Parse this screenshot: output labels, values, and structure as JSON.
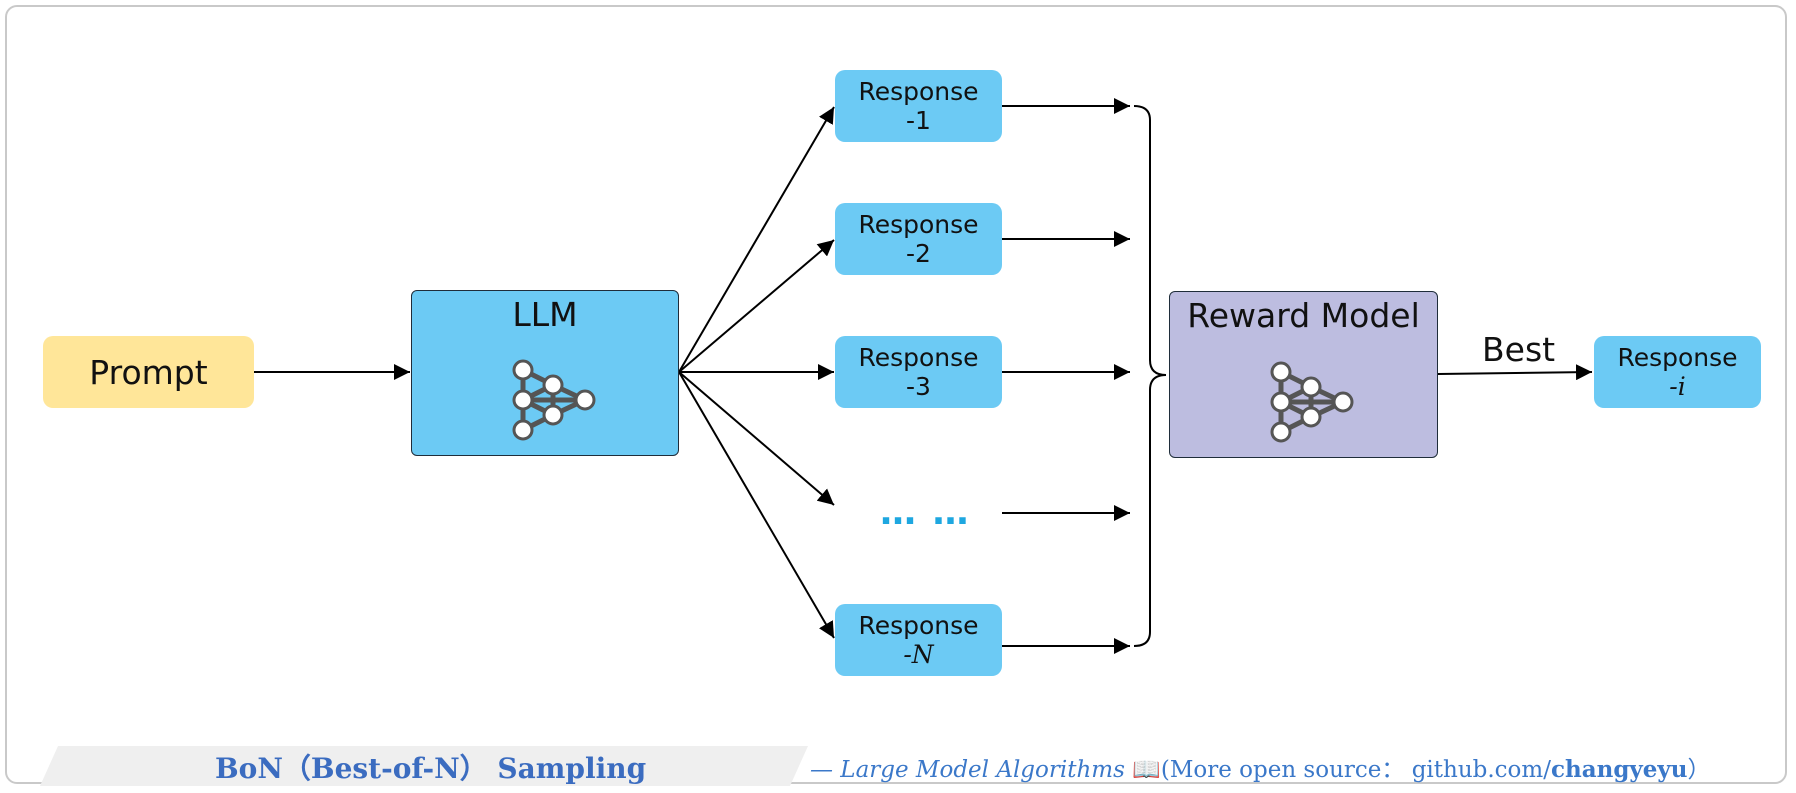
{
  "nodes": {
    "prompt": "Prompt",
    "llm": "LLM",
    "reward_model": "Reward Model",
    "best_label": "Best",
    "ellipsis": "… …",
    "responses": [
      {
        "title": "Response",
        "index": "-1"
      },
      {
        "title": "Response",
        "index": "-2"
      },
      {
        "title": "Response",
        "index": "-3"
      },
      {
        "title": "Response",
        "index": "-N"
      }
    ],
    "selected": {
      "title": "Response",
      "index": "-i"
    }
  },
  "footer": {
    "title": "BoN（Best-of-N） Sampling",
    "credit_prefix": "— Large Model Algorithms ",
    "book_icon": "📖",
    "credit_middle": "(More open source：   github.com/",
    "credit_handle": "changyeyu",
    "credit_suffix": "）"
  },
  "colors": {
    "prompt_fill": "#ffe699",
    "llm_fill": "#6ccaf4",
    "reward_fill": "#bdbde0",
    "response_fill": "#6ccaf4",
    "accent_text": "#3b6cc0",
    "ellipsis": "#1ea7e0"
  }
}
